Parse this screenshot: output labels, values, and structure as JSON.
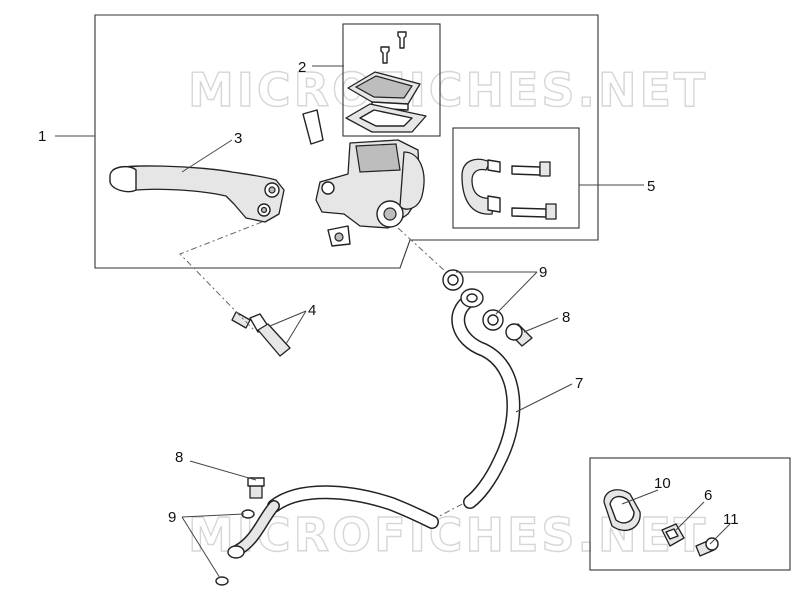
{
  "watermark": "MICROFICHES.NET",
  "callouts": {
    "c1": "1",
    "c2": "2",
    "c3": "3",
    "c4": "4",
    "c5": "5",
    "c6": "6",
    "c7": "7",
    "c8a": "8",
    "c8b": "8",
    "c9a": "9",
    "c9b": "9",
    "c10": "10",
    "c11": "11"
  }
}
